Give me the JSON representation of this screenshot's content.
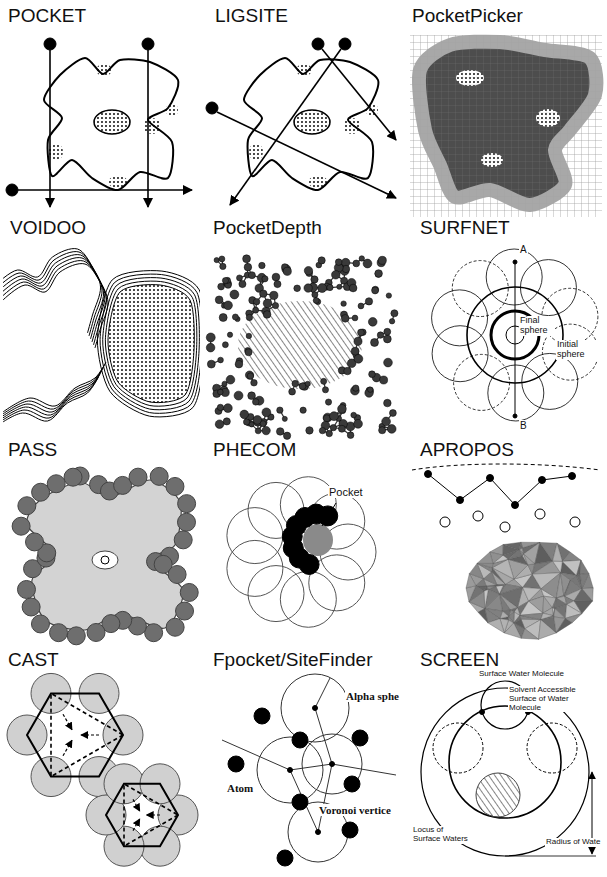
{
  "diagram": {
    "labels": [
      "POCKET",
      "LIGSITE",
      "PocketPicker",
      "VOIDOO",
      "PocketDepth",
      "SURFNET",
      "A",
      "Final sphere",
      "Initial sphere",
      "B",
      "PASS",
      "PHECOM",
      "Pocket",
      "APROPOS",
      "CAST",
      "Fpocket/SiteFinder",
      "Alpha sphe",
      "Atom",
      "Voronoi vertice",
      "SCREEN",
      "Surface Water Molecule",
      "Solvent Accessible Surface of Water Molecule",
      "Locus of Surface Waters",
      "Radius of Wate"
    ]
  }
}
